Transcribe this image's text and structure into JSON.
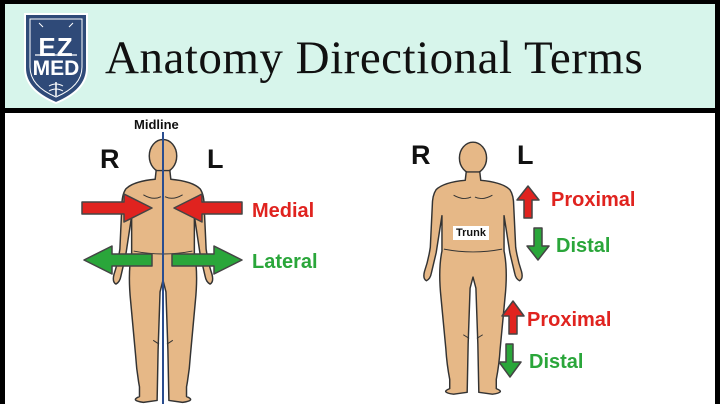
{
  "header": {
    "title": "Anatomy Directional Terms",
    "logo_top": "EZ",
    "logo_bottom": "MED"
  },
  "left_figure": {
    "midline": "Midline",
    "right": "R",
    "left": "L",
    "medial": "Medial",
    "lateral": "Lateral"
  },
  "right_figure": {
    "right": "R",
    "left": "L",
    "trunk": "Trunk",
    "upper_proximal": "Proximal",
    "upper_distal": "Distal",
    "lower_proximal": "Proximal",
    "lower_distal": "Distal"
  },
  "colors": {
    "header_bg": "#d7f5eb",
    "logo_blue": "#2f4a78",
    "skin": "#e6b887",
    "midline": "#2a4d8f",
    "red_arrow": "#e0231f",
    "green_arrow": "#2aa63a"
  }
}
